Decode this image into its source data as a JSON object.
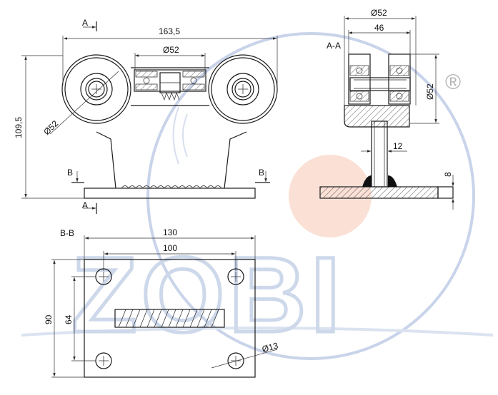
{
  "watermark": {
    "text": "ZOBI",
    "registered": "®",
    "ring_color": "#c9d4ea",
    "dot_color": "#fbe0d6"
  },
  "front_view": {
    "section_a_label_top": "A",
    "section_a_label_bottom": "A",
    "section_b_label_left": "B",
    "section_b_label_right": "B",
    "dim_width": "163,5",
    "dim_bearing": "Ø52",
    "dim_height": "109,5",
    "dim_wheel": "Ø52"
  },
  "section_view": {
    "title": "A-A",
    "dim_outer": "Ø52",
    "dim_inner": "46",
    "dim_side": "Ø52",
    "dim_stem": "12",
    "dim_plate": "8"
  },
  "plate_view": {
    "title": "B-B",
    "dim_width": "130",
    "dim_hole_spacing": "100",
    "dim_height": "90",
    "dim_hole_vertical": "64",
    "dim_hole": "Ø13"
  }
}
